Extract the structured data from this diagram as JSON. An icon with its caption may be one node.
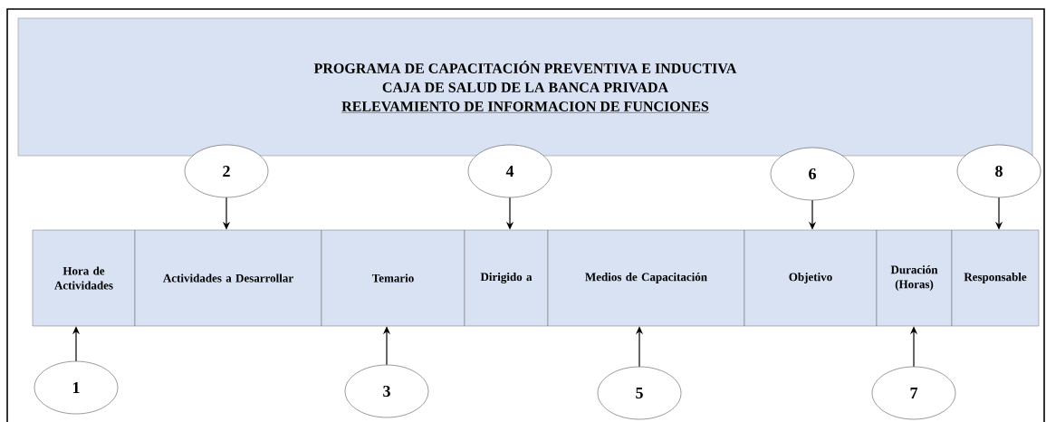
{
  "diagram": {
    "nodes": [
      {
        "text": [
          "PROGRAMA DE CAPACITACIÓN PREVENTIVA E INDUCTIVA",
          "CAJA DE SALUD DE LA BANCA PRIVADA",
          "RELEVAMIENTO DE INFORMACION DE FUNCIONES"
        ]
      },
      {
        "text": [
          "Hora de Actividades"
        ]
      },
      {
        "text": [
          "Actividades a Desarrollar"
        ]
      },
      {
        "text": [
          "Temario"
        ]
      },
      {
        "text": [
          "Dirigido a"
        ]
      },
      {
        "text": [
          "Medios de Capacitación"
        ]
      },
      {
        "text": [
          "Objetivo"
        ]
      },
      {
        "text": [
          "Duración (Horas)"
        ]
      },
      {
        "text": [
          "Responsable"
        ]
      },
      {
        "text": [
          "2"
        ]
      },
      {
        "text": [
          "4"
        ]
      },
      {
        "text": [
          "6"
        ]
      },
      {
        "text": [
          "8"
        ]
      },
      {
        "text": [
          "1"
        ]
      },
      {
        "text": [
          "3"
        ]
      },
      {
        "text": [
          "5"
        ]
      },
      {
        "text": [
          "7"
        ]
      }
    ],
    "edges": [
      {
        "from": 9,
        "to": 2,
        "arrow": "to"
      },
      {
        "from": 10,
        "to": 4,
        "arrow": "to"
      },
      {
        "from": 11,
        "to": 6,
        "arrow": "to"
      },
      {
        "from": 12,
        "to": 8,
        "arrow": "to"
      },
      {
        "from": 13,
        "to": 1,
        "arrow": "to"
      },
      {
        "from": 14,
        "to": 3,
        "arrow": "to"
      },
      {
        "from": 15,
        "to": 5,
        "arrow": "to"
      },
      {
        "from": 16,
        "to": 7,
        "arrow": "to"
      }
    ]
  }
}
